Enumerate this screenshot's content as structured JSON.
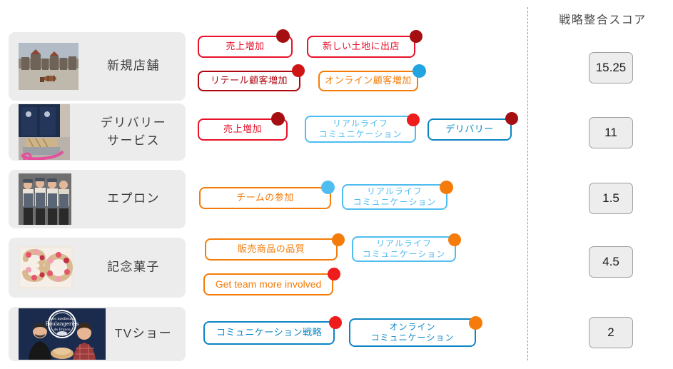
{
  "divider": {
    "name": "dashed-vertical-divider"
  },
  "score_column": {
    "header": "戦略整合スコア",
    "scores": [
      "15.25",
      "11",
      "1.5",
      "4.5",
      "2"
    ]
  },
  "colors": {
    "bright_red": "#E8102A",
    "dark_red": "#B00710",
    "orange": "#F57C0A",
    "light_blue": "#4FBDF0",
    "strong_blue": "#0C85C4",
    "dot_dark_red": "#A50F12",
    "dot_red": "#EE1C1C",
    "dot_orange": "#F57C0A",
    "dot_blue": "#28A4DE",
    "card_bg": "#ECECEC",
    "score_bg": "#EDEDED"
  },
  "rows": [
    {
      "label": "新規店舗",
      "thumb": "beach-village-photo",
      "score": "15.25",
      "chips": [
        {
          "text": "売上増加",
          "border": "bright_red",
          "text_color": "#E8102A",
          "dot": "dot_dark_red"
        },
        {
          "text": "新しい土地に出店",
          "border": "bright_red",
          "text_color": "#E8102A",
          "dot": "dot_dark_red"
        },
        {
          "text": "リテール顧客増加",
          "border": "dark_red",
          "text_color": "#B00710",
          "dot": "dot_red"
        },
        {
          "text": "オンライン顧客増加",
          "border": "orange",
          "text_color": "#F57C0A",
          "dot": "dot_blue"
        }
      ]
    },
    {
      "label": "デリバリー\nサービス",
      "thumb": "bakery-delivery-bike-photo",
      "score": "11",
      "chips": [
        {
          "text": "売上増加",
          "border": "bright_red",
          "text_color": "#E8102A",
          "dot": "dot_dark_red"
        },
        {
          "text": "リアルライフ\nコミュニケーション",
          "border": "light_blue",
          "text_color": "#4FBDF0",
          "dot": "dot_red"
        },
        {
          "text": "デリバリー",
          "border": "strong_blue",
          "text_color": "#0C85C4",
          "dot": "dot_dark_red"
        }
      ]
    },
    {
      "label": "エプロン",
      "thumb": "team-aprons-photo",
      "score": "1.5",
      "chips": [
        {
          "text": "チームの参加",
          "border": "orange",
          "text_color": "#F57C0A",
          "dot": "dot_blue"
        },
        {
          "text": "リアルライフ\nコミュニケーション",
          "border": "light_blue",
          "text_color": "#4FBDF0",
          "dot": "dot_orange"
        }
      ]
    },
    {
      "label": "記念菓子",
      "thumb": "anniversary-cake-30-photo",
      "score": "4.5",
      "chips": [
        {
          "text": "販売商品の品質",
          "border": "orange",
          "text_color": "#F57C0A",
          "dot": "dot_orange"
        },
        {
          "text": "リアルライフ\nコミュニケーション",
          "border": "light_blue",
          "text_color": "#4FBDF0",
          "dot": "dot_orange"
        },
        {
          "text": "Get team more involved",
          "border": "orange",
          "text_color": "#F57C0A",
          "dot": "dot_red"
        }
      ]
    },
    {
      "label": "TVショー",
      "thumb": "tv-show-bakers-photo",
      "score": "2",
      "chips": [
        {
          "text": "コミュニケーション戦略",
          "border": "strong_blue",
          "text_color": "#0C85C4",
          "dot": "dot_red"
        },
        {
          "text": "オンライン\nコミュニケーション",
          "border": "strong_blue",
          "text_color": "#0C85C4",
          "dot": "dot_orange"
        }
      ]
    }
  ]
}
